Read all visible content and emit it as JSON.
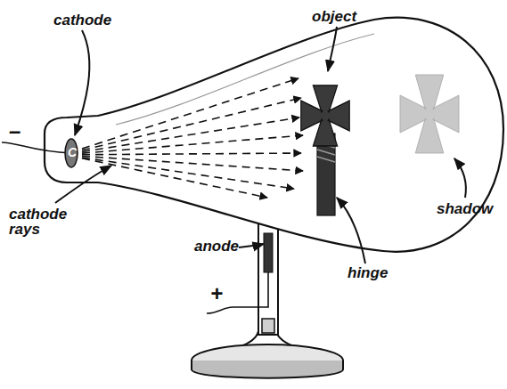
{
  "diagram": {
    "labels": [
      "cathode",
      "object",
      "cathode rays",
      "anode",
      "hinge",
      "shadow",
      "–",
      "+",
      "C"
    ]
  }
}
